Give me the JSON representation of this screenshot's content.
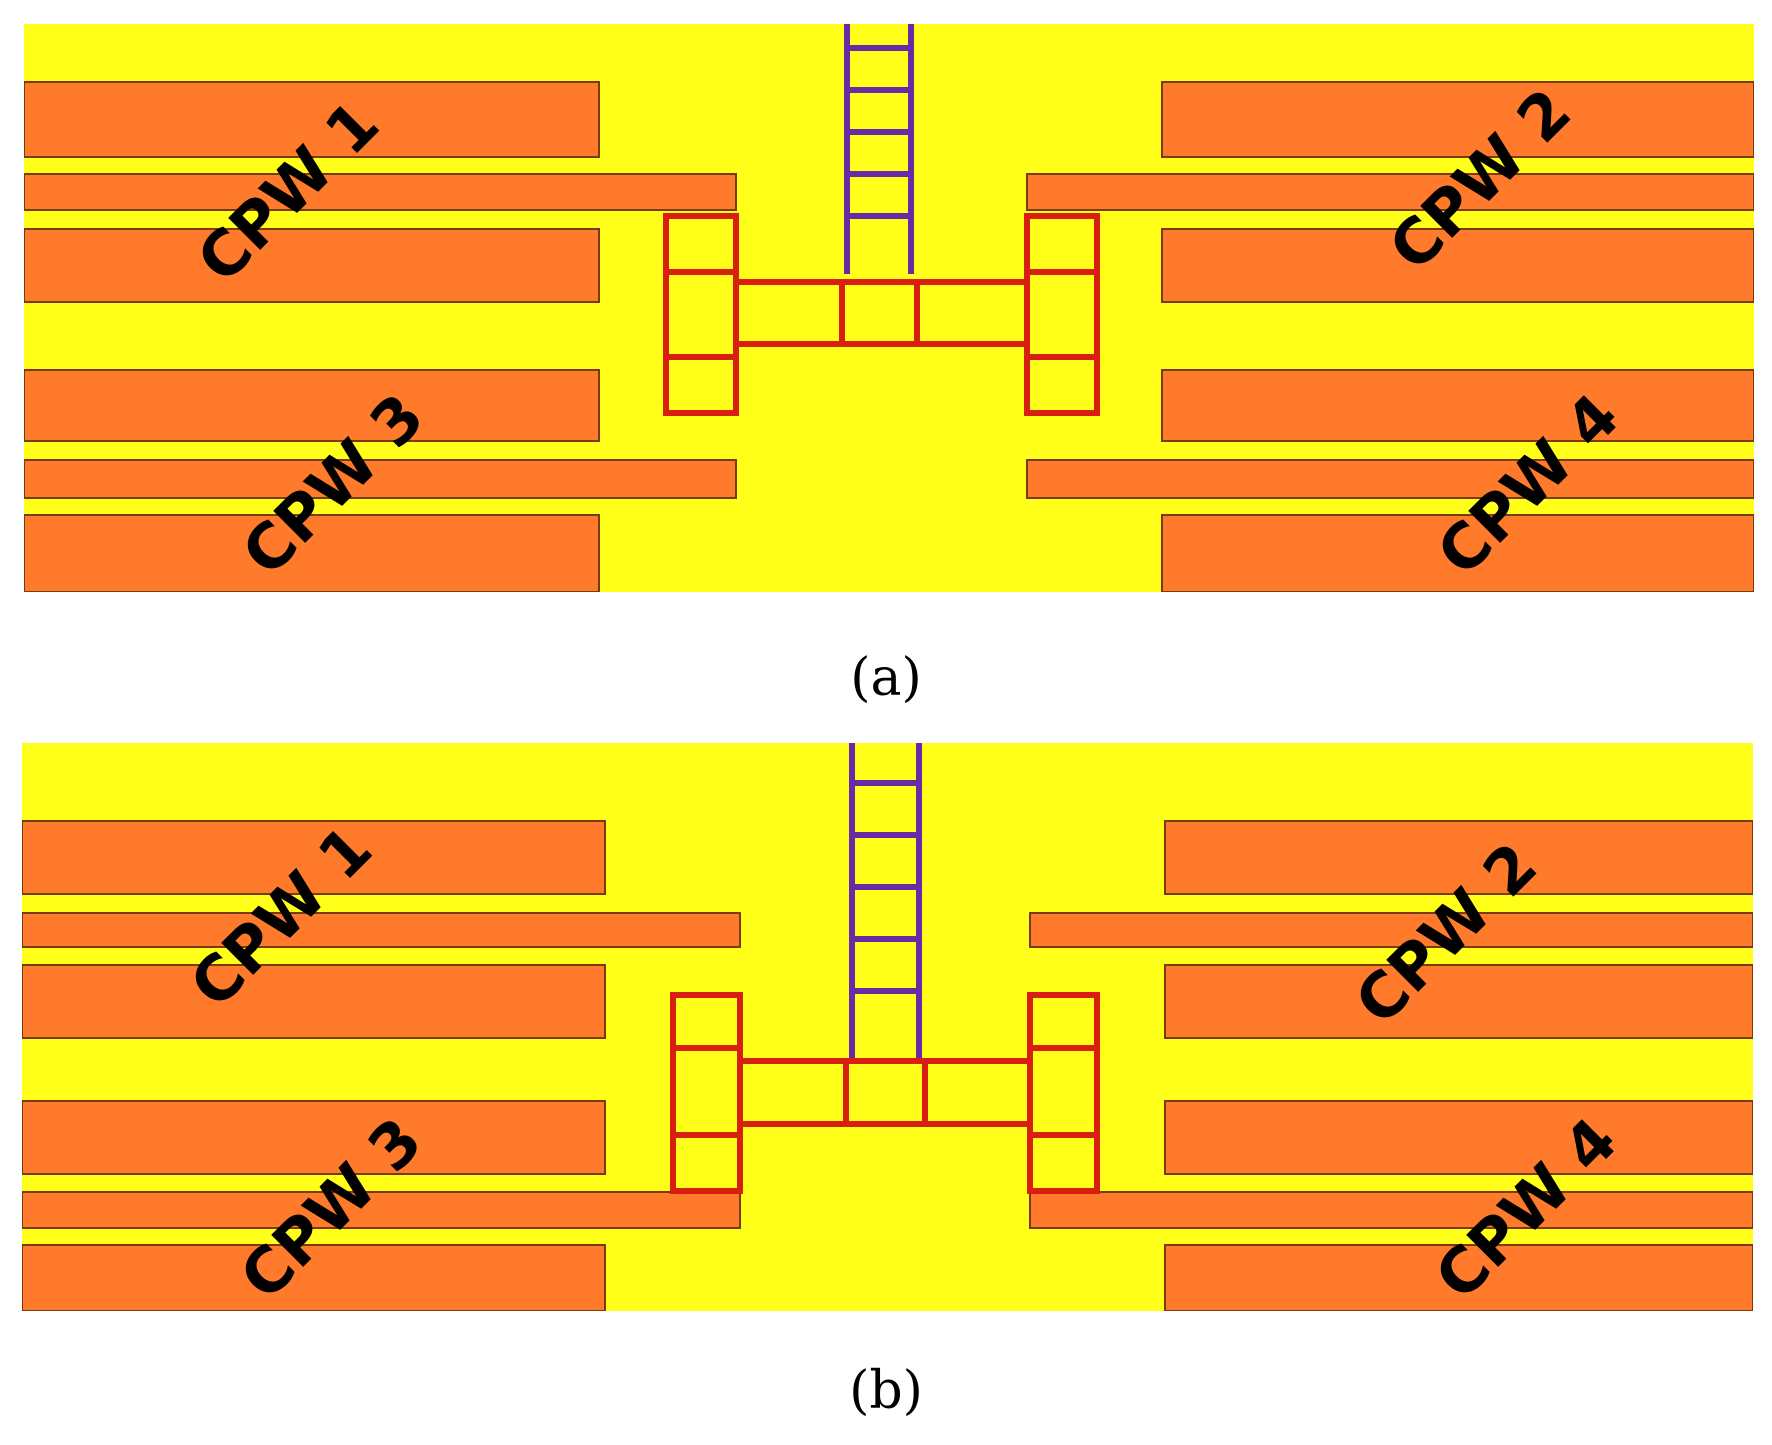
{
  "colors": {
    "substrate": "#ffff1a",
    "conductor": "#ff7a2a",
    "conductor_edge": "#7a3a10",
    "switch": "#d81f10",
    "feed_line": "#6a2aa8",
    "label": "#000000"
  },
  "panels": [
    {
      "id": "a",
      "caption": "(a)",
      "labels": [
        "CPW 1",
        "CPW 2",
        "CPW 3",
        "CPW 4"
      ],
      "center_line_connects": [
        "CPW 1",
        "CPW 2"
      ]
    },
    {
      "id": "b",
      "caption": "(b)",
      "labels": [
        "CPW 1",
        "CPW 2",
        "CPW 3",
        "CPW 4"
      ],
      "center_line_connects": [
        "CPW 3",
        "CPW 4"
      ]
    }
  ]
}
